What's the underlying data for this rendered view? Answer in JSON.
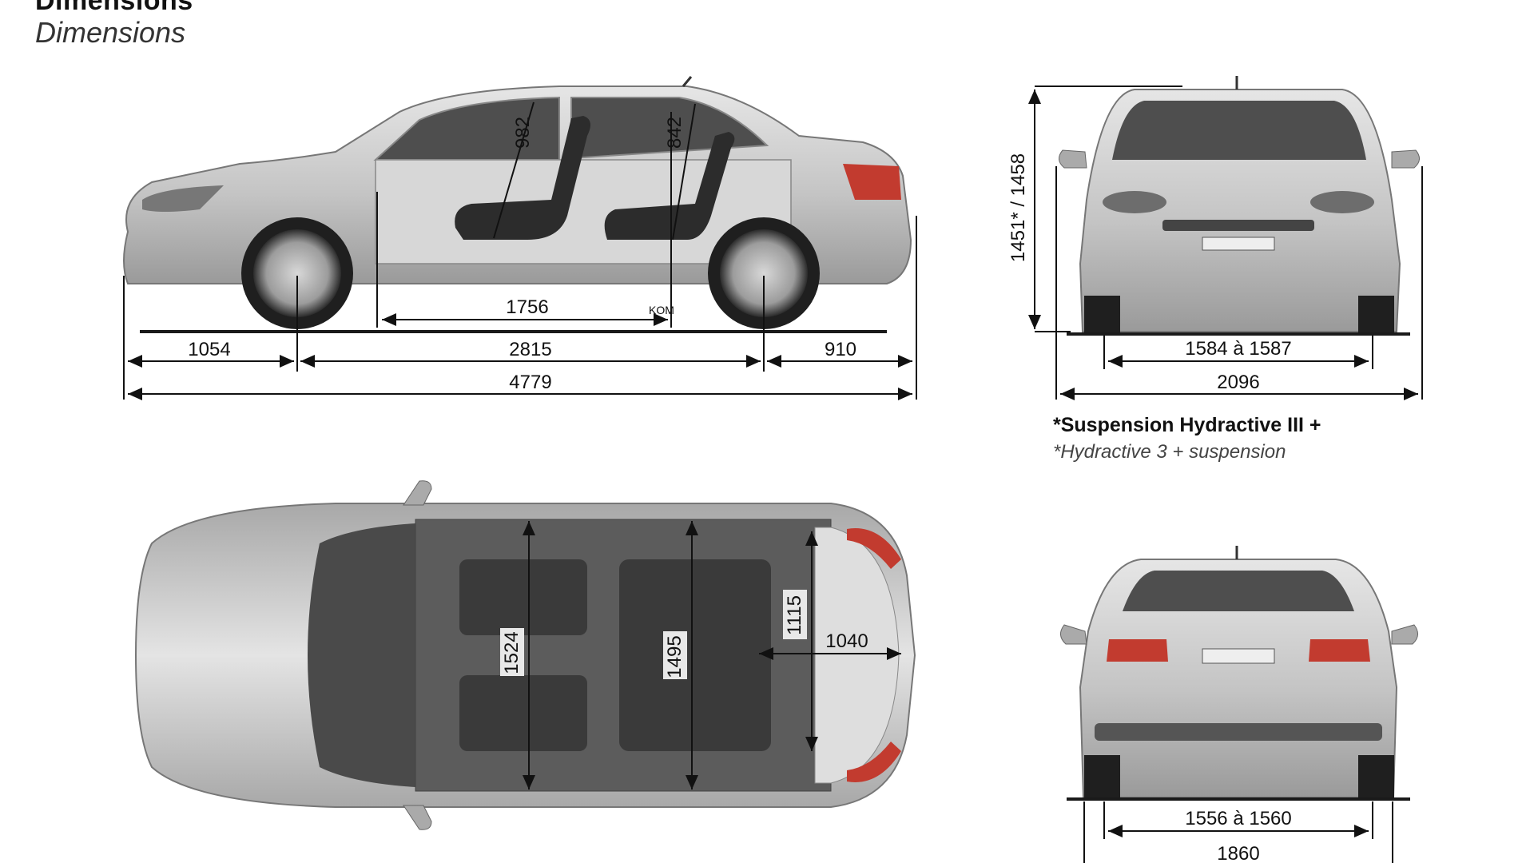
{
  "header": {
    "title_primary": "Dimensions",
    "title_secondary": "Dimensions"
  },
  "side_view": {
    "front_overhang": "1054",
    "wheelbase": "2815",
    "rear_overhang": "910",
    "overall_length": "4779",
    "cabin_length": "1756",
    "cabin_marker": "KOM",
    "front_headroom": "982",
    "rear_headroom": "842"
  },
  "front_view": {
    "height": "1451* / 1458",
    "front_track": "1584 à 1587",
    "width_with_mirrors": "2096"
  },
  "note": {
    "line_fr": "*Suspension Hydractive III +",
    "line_en": "*Hydractive 3 + suspension"
  },
  "top_view": {
    "front_elbow_width": "1524",
    "rear_elbow_width": "1495",
    "trunk_width": "1115",
    "trunk_depth": "1040"
  },
  "rear_view": {
    "rear_track": "1556 à 1560",
    "body_width": "1860"
  },
  "colors": {
    "body": "#c9c9c9",
    "glass": "#5b5b5b",
    "taillight": "#c23b2f",
    "ground": "#1a1a1a"
  }
}
